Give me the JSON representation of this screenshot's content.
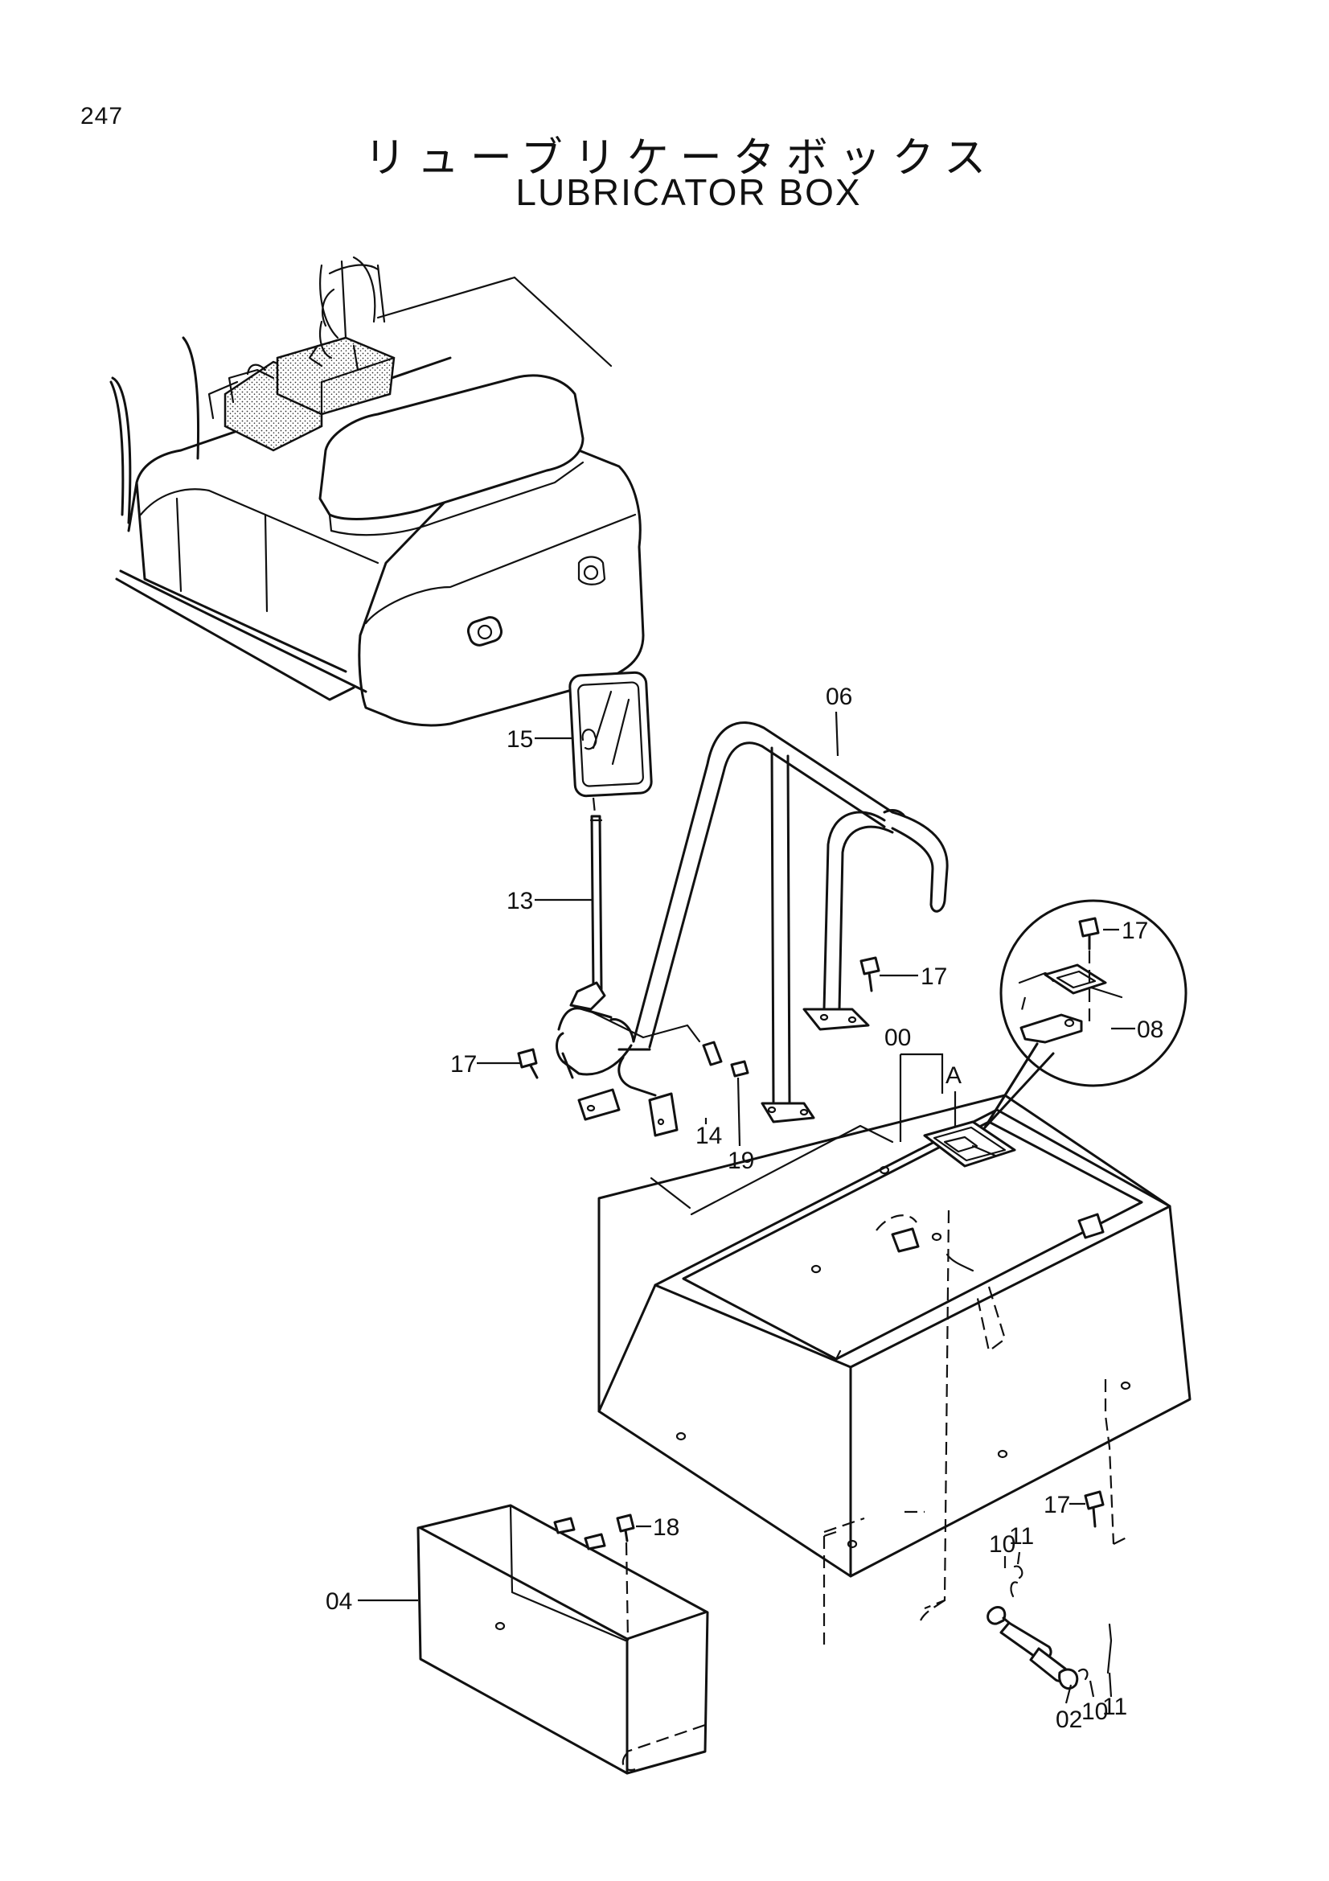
{
  "page_number": "247",
  "title_jp": "リューブリケータボックス",
  "title_en": "LUBRICATOR BOX",
  "callouts": {
    "c00": "00",
    "c02": "02",
    "c04": "04",
    "c06": "06",
    "c08": "08",
    "c10a": "10",
    "c10b": "10",
    "c11a": "11",
    "c11b": "11",
    "c13": "13",
    "c14": "14",
    "c15": "15",
    "c17a": "17",
    "c17b": "17",
    "c17c": "17",
    "c17d": "17",
    "c18": "18",
    "c19": "19",
    "detailA": "A"
  }
}
